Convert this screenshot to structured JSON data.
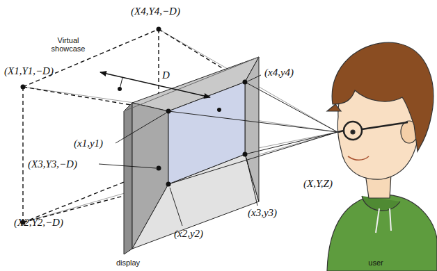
{
  "diagram": {
    "labels": [
      "(X4,Y4,−D)",
      "Virtual showcase",
      "(X1,Y1,−D)",
      "D",
      "(x4,y4)",
      "(x1,y1)",
      "(X3,Y3,−D)",
      "(X,Y,Z)",
      "(x3,y3)",
      "(x2,y2)",
      "(X2,Y2,−D)",
      "display",
      "user"
    ]
  }
}
